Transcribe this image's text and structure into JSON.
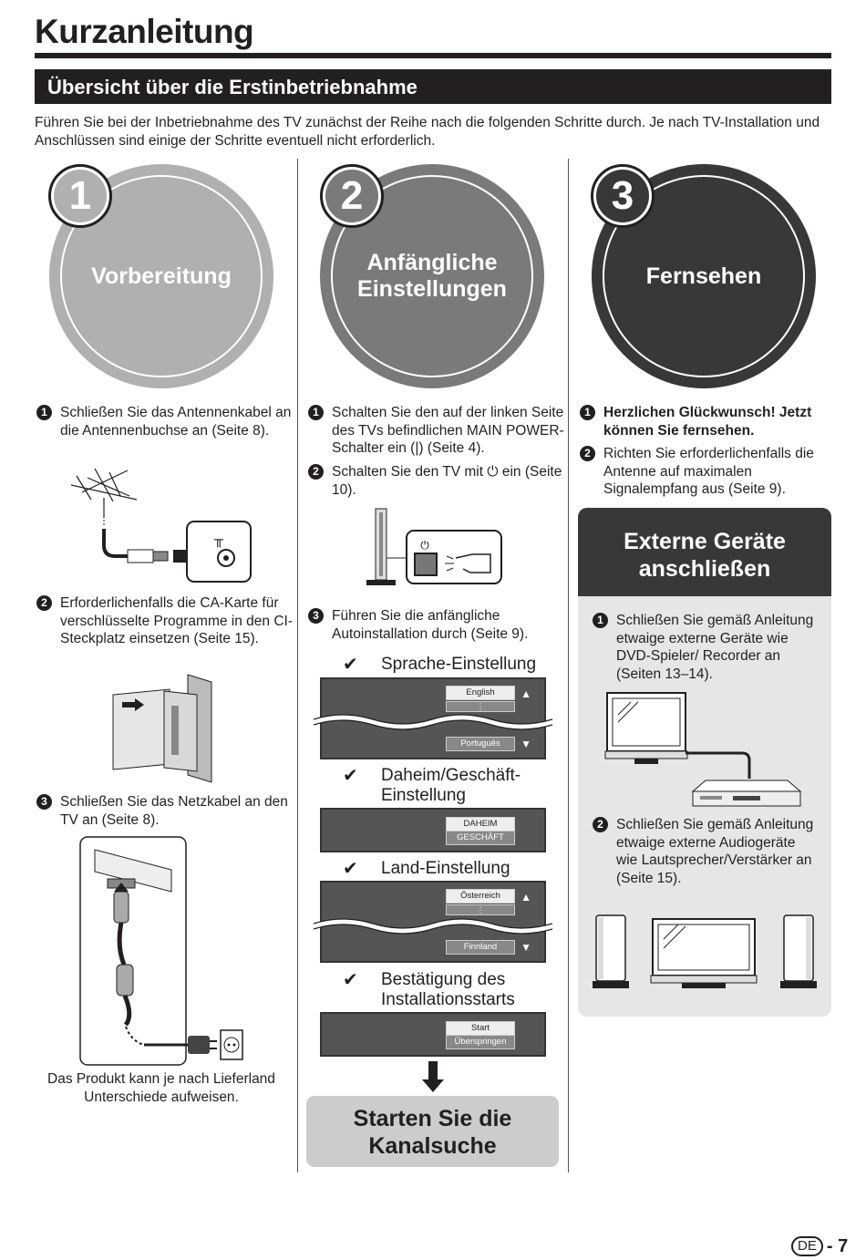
{
  "page": {
    "title": "Kurzanleitung",
    "section": "Übersicht über die Erstinbetriebnahme",
    "intro": "Führen Sie bei der Inbetriebnahme des TV zunächst der Reihe nach die folgenden Schritte durch. Je nach TV-Installation und Anschlüssen sind einige der Schritte eventuell nicht erforderlich."
  },
  "columns": [
    {
      "number": "1",
      "heading": "Vorbereitung",
      "steps": [
        {
          "marker": "1",
          "text": "Schließen Sie das Antennenkabel an die Antennenbuchse an (Seite 8)."
        },
        {
          "marker": "2",
          "text": "Erforderlichenfalls die CA-Karte für verschlüsselte Programme in den CI-Steckplatz einsetzen (Seite 15)."
        },
        {
          "marker": "3",
          "text": "Schließen Sie das Netzkabel an den TV an (Seite 8)."
        }
      ],
      "caption": "Das Produkt kann je nach Lieferland Unterschiede aufweisen."
    },
    {
      "number": "2",
      "heading": "Anfängliche Einstellungen",
      "steps": [
        {
          "marker": "1",
          "text": "Schalten Sie den auf der linken Seite des TVs befindlichen MAIN POWER-Schalter ein (|) (Seite 4)."
        },
        {
          "marker": "2",
          "text": "Schalten Sie den TV mit ⏻ ein (Seite 10)."
        },
        {
          "marker": "3",
          "text": "Führen Sie die anfängliche Autoinstallation durch (Seite 9)."
        }
      ],
      "checks": [
        {
          "label": "Sprache-Einstellung",
          "options": [
            "English",
            "Português"
          ]
        },
        {
          "label": "Daheim/Geschäft-Einstellung",
          "options": [
            "DAHEIM",
            "GESCHÄFT"
          ]
        },
        {
          "label": "Land-Einstellung",
          "options": [
            "Österreich",
            "Finnland"
          ]
        },
        {
          "label": "Bestätigung des Installationsstarts",
          "options": [
            "Start",
            "Überspringen"
          ]
        }
      ],
      "callout": "Starten Sie die Kanalsuche"
    },
    {
      "number": "3",
      "heading": "Fernsehen",
      "steps": [
        {
          "marker": "1",
          "text": "Herzlichen Glückwunsch! Jetzt können Sie fernsehen."
        },
        {
          "marker": "2",
          "text": "Richten Sie erforderlichenfalls die Antenne auf maximalen Signalempfang aus (Seite 9)."
        }
      ],
      "external": {
        "heading": "Externe Geräte anschließen",
        "steps": [
          {
            "marker": "1",
            "text": "Schließen Sie gemäß Anleitung etwaige externe Geräte wie DVD-Spieler/ Recorder an (Seiten 13–14)."
          },
          {
            "marker": "2",
            "text": "Schließen Sie gemäß Anleitung etwaige externe Audiogeräte wie Lautsprecher/Verstärker an (Seite 15)."
          }
        ]
      }
    }
  ],
  "footer": {
    "lang": "DE",
    "separator": "-",
    "page": "7"
  },
  "colors": {
    "circle1": "#b0b0b0",
    "circle2": "#7a7a7a",
    "circle3": "#3a3737",
    "dark": "#231f20"
  }
}
